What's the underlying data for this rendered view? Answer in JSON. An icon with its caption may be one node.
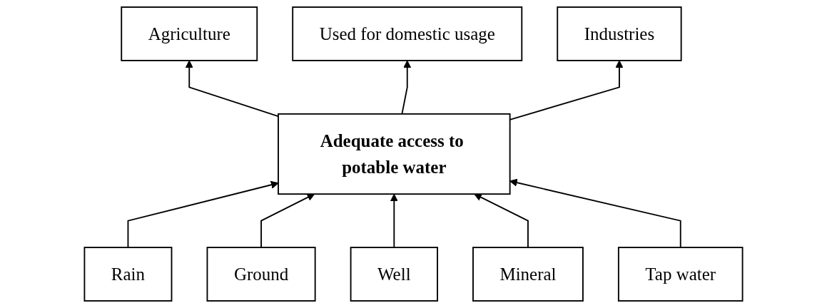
{
  "diagram": {
    "nodes": [
      {
        "text": [
          "Agriculture"
        ]
      },
      {
        "text": [
          "Used for domestic usage"
        ]
      },
      {
        "text": [
          "Industries"
        ]
      },
      {
        "text": [
          "Adequate access to potable water"
        ]
      },
      {
        "text": [
          "Rain"
        ]
      },
      {
        "text": [
          "Ground"
        ]
      },
      {
        "text": [
          "Well"
        ]
      },
      {
        "text": [
          "Mineral"
        ]
      },
      {
        "text": [
          "Tap water"
        ]
      }
    ],
    "edges": [
      {
        "from": 3,
        "to": 0,
        "arrow": "to"
      },
      {
        "from": 3,
        "to": 1,
        "arrow": "to"
      },
      {
        "from": 3,
        "to": 2,
        "arrow": "to"
      },
      {
        "from": 4,
        "to": 3,
        "arrow": "to"
      },
      {
        "from": 5,
        "to": 3,
        "arrow": "to"
      },
      {
        "from": 6,
        "to": 3,
        "arrow": "to"
      },
      {
        "from": 7,
        "to": 3,
        "arrow": "to"
      },
      {
        "from": 8,
        "to": 3,
        "arrow": "to"
      }
    ]
  }
}
